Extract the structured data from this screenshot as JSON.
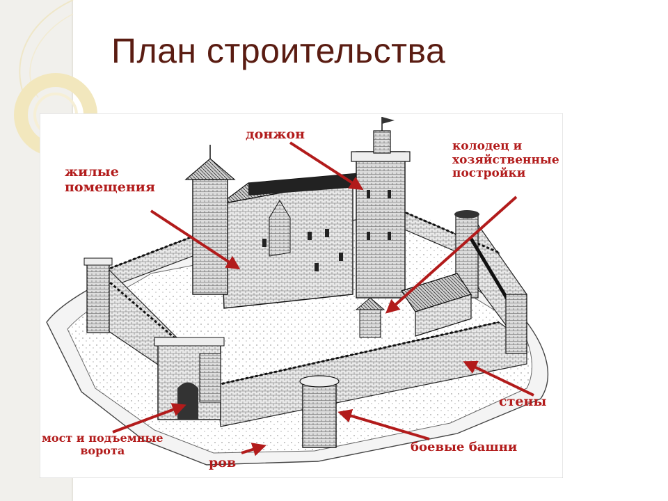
{
  "slide": {
    "title": "План строительства"
  },
  "diagram": {
    "labels": {
      "donjon": "донжон",
      "living_1": "жилые",
      "living_2": "помещения",
      "well_1": "колодец и",
      "well_2": "хозяйственные",
      "well_3": "постройки",
      "walls": "стены",
      "towers": "боевые башни",
      "bridge_1": "мост и подъемные",
      "bridge_2": "ворота",
      "moat": "ров"
    },
    "colors": {
      "label": "#b21b1b",
      "arrow": "#b21b1b",
      "title": "#5a1c12",
      "ink": "#1a1a1a"
    }
  }
}
